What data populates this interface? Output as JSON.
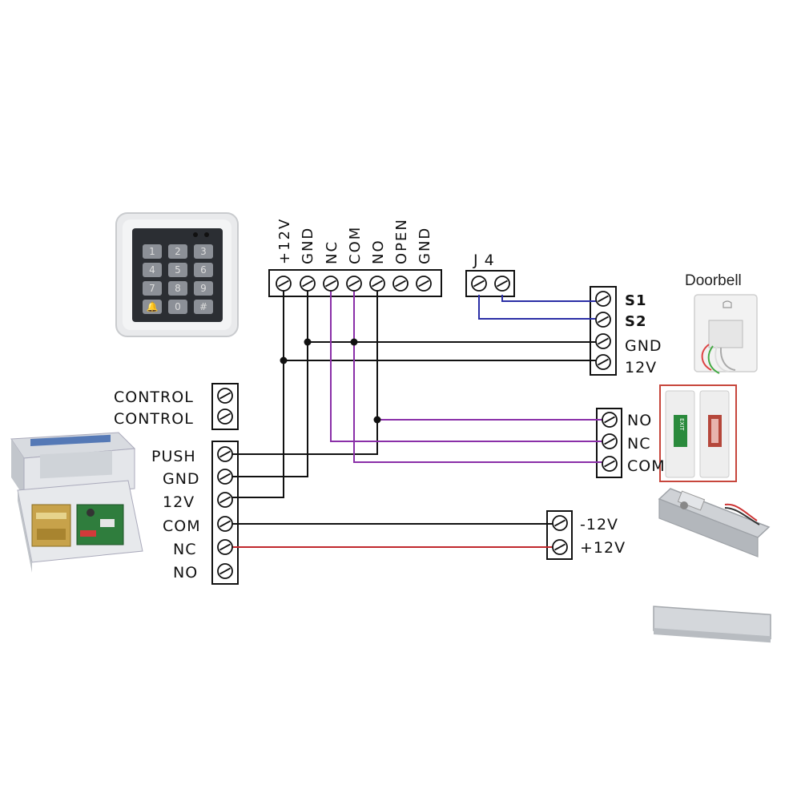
{
  "top_terminal": {
    "labels": [
      "+12V",
      "GND",
      "NC",
      "COM",
      "NO",
      "OPEN",
      "GND"
    ]
  },
  "j4": {
    "label": "J 4"
  },
  "doorbell": {
    "title": "Doorbell",
    "labels": [
      "S1",
      "S2",
      "GND",
      "12V"
    ]
  },
  "exit_button": {
    "labels": [
      "NO",
      "NC",
      "COM"
    ],
    "text": "EXIT"
  },
  "power_supply": {
    "control_labels": [
      "CONTROL",
      "CONTROL"
    ],
    "labels": [
      "PUSH",
      "GND",
      "12V",
      "COM",
      "NC",
      "NO"
    ]
  },
  "lock": {
    "labels": [
      "-12V",
      "+12V"
    ]
  },
  "keypad": {
    "keys": [
      "1",
      "2",
      "3",
      "4",
      "5",
      "6",
      "7",
      "8",
      "9",
      "🔔",
      "0",
      "#"
    ]
  },
  "colors": {
    "black_wire": "#111111",
    "purple_wire": "#8a2fa8",
    "blue_wire": "#2b2fa6",
    "red_wire": "#c0282d"
  }
}
